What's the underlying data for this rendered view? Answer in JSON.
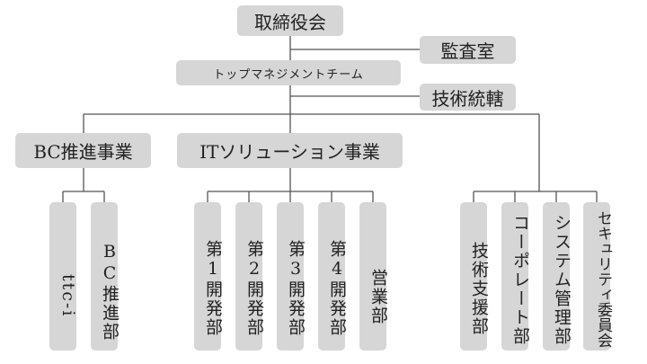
{
  "org": {
    "board": "取締役会",
    "audit": "監査室",
    "management": "トップマネジメントチーム",
    "tech_oversight": "技術統轄",
    "bc_business": "BC推進事業",
    "it_business": "ITソリューション事業",
    "bc_units": [
      "ttc-i",
      "BC推進部"
    ],
    "it_units": [
      "第1開発部",
      "第2開発部",
      "第3開発部",
      "第4開発部",
      "営業部"
    ],
    "corp_units": [
      "技術支援部",
      "コーポレート部",
      "システム管理部",
      "セキュリティ委員会"
    ]
  },
  "colors": {
    "box": "#d6d6d6",
    "line": "#555555"
  }
}
